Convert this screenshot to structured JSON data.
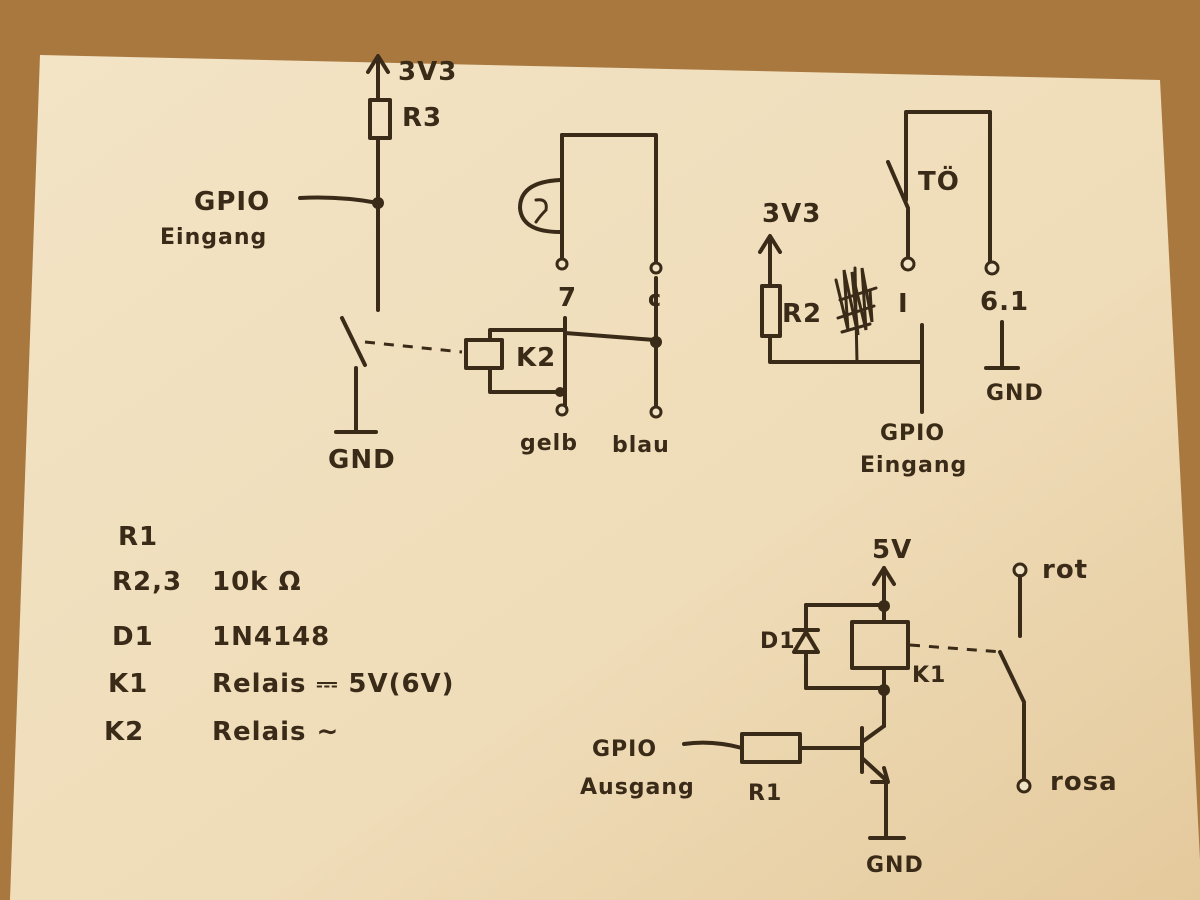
{
  "labels": {
    "v33_top": "3V3",
    "r3": "R3",
    "gpio_in_left_1": "GPIO",
    "gpio_in_left_2": "Eingang",
    "gnd_left": "GND",
    "k2": "K2",
    "term_7": "7",
    "term_c": "c",
    "gelb": "gelb",
    "blau": "blau",
    "to": "TÖ",
    "v33_right": "3V3",
    "r2": "R2",
    "term_i": "I",
    "term_61": "6.1",
    "gnd_right": "GND",
    "gpio_in_right_1": "GPIO",
    "gpio_in_right_2": "Eingang",
    "v5": "5V",
    "rot": "rot",
    "d1": "D1",
    "k1": "K1",
    "gpio_out_1": "GPIO",
    "gpio_out_2": "Ausgang",
    "r1_bottom": "R1",
    "rosa": "rosa",
    "gnd_bottom": "GND"
  },
  "parts_list": [
    {
      "ref": "R1",
      "value": ""
    },
    {
      "ref": "R2,3",
      "value": "10k Ω"
    },
    {
      "ref": "D1",
      "value": "1N4148"
    },
    {
      "ref": "K1",
      "value": "Relais ⎓ 5V(6V)"
    },
    {
      "ref": "K2",
      "value": "Relais ∼"
    }
  ],
  "colors": {
    "ink": "#3a2a18",
    "paper": "#efdcb8",
    "background": "#a9783f"
  }
}
